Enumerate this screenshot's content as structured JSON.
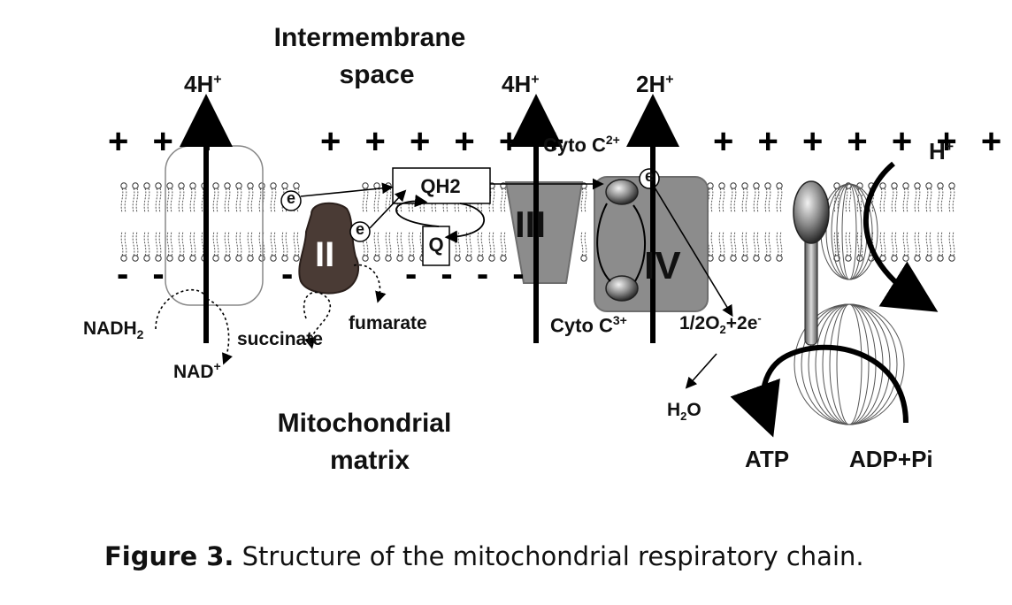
{
  "diagram": {
    "intermembrane_label": [
      "Intermembrane",
      "space"
    ],
    "matrix_label": [
      "Mitochondrial",
      "matrix"
    ],
    "proton_pumps": [
      {
        "id": "c1",
        "base": "4H",
        "sup": "+"
      },
      {
        "id": "c3",
        "base": "4H",
        "sup": "+"
      },
      {
        "id": "c4",
        "base": "2H",
        "sup": "+"
      }
    ],
    "plus_row": [
      "+ + +",
      "+ + + + + +",
      "+ + + + + + +"
    ],
    "minus_row": [
      "- -",
      "-",
      "- - - -"
    ],
    "h_plus_atp": {
      "base": "H",
      "sup": "+"
    },
    "complexes": {
      "II": "II",
      "III": "III",
      "IV": "IV"
    },
    "quinone": {
      "qh2": "QH2",
      "q": "Q"
    },
    "electron": "e",
    "cyto_c2": {
      "base": "Cyto C",
      "sup": "2+"
    },
    "cyto_c3": {
      "base": "Cyto C",
      "sup": "3+"
    },
    "nadh": {
      "base": "NADH",
      "sub": "2"
    },
    "nad": {
      "base": "NAD",
      "sup": "+"
    },
    "succinate": "succinate",
    "fumarate": "fumarate",
    "oxygen": {
      "a": "1/2O",
      "sub": "2",
      "b": "+2e",
      "sup": "-"
    },
    "water": {
      "a": "H",
      "sub": "2",
      "b": "O"
    },
    "atp": "ATP",
    "adp": "ADP+Pi"
  },
  "caption": {
    "label": "Figure 3.",
    "text": " Structure of the mitochondrial respiratory chain."
  }
}
